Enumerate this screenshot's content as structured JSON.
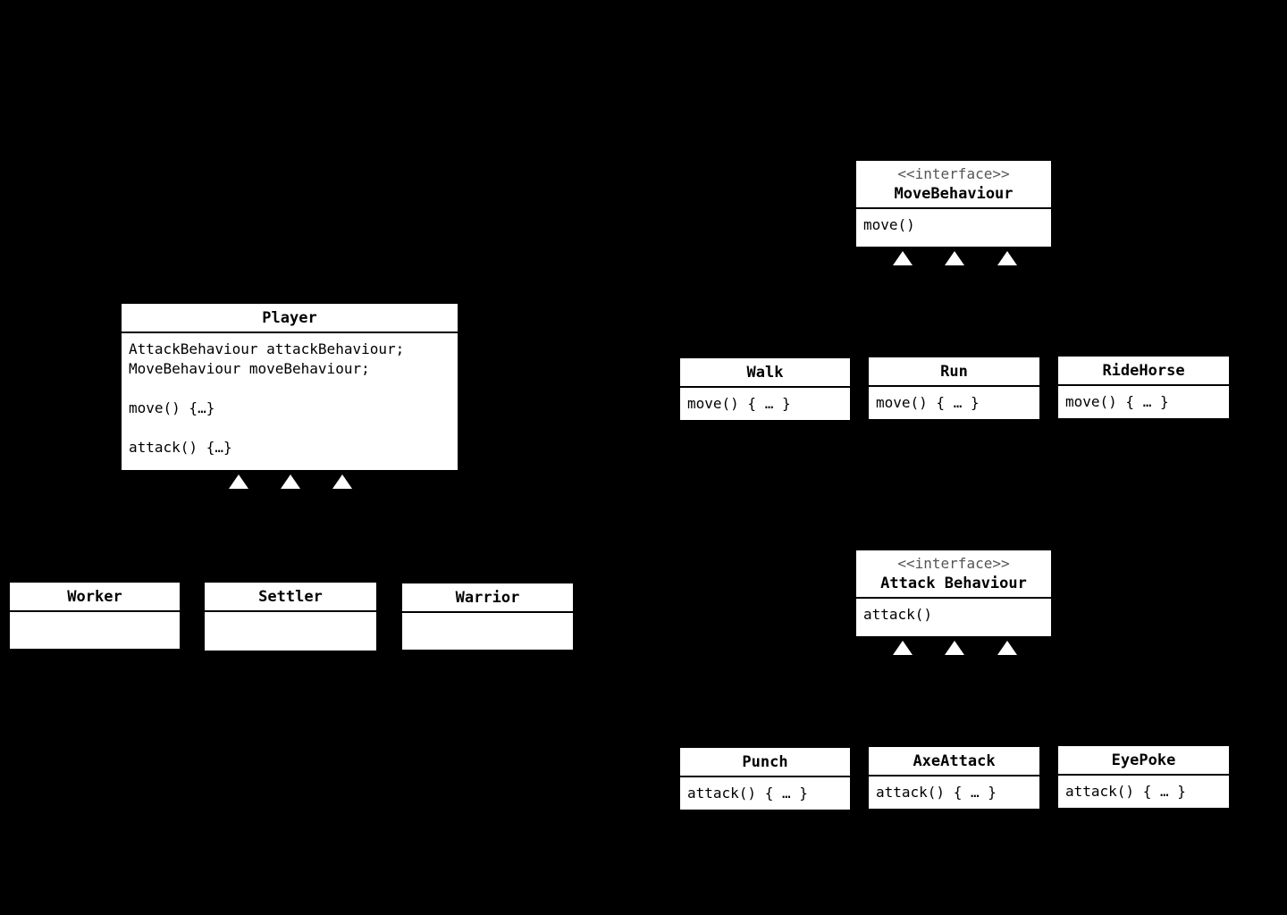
{
  "diagram": {
    "title": "Strategy Pattern UML Class Diagram",
    "background_color": "#000000",
    "box_fill": "#ffffff",
    "box_stroke": "#000000",
    "arrow_fill": "#ffffff",
    "relationship_type": "generalization"
  },
  "classes": {
    "player": {
      "name": "Player",
      "body": "AttackBehaviour attackBehaviour;\nMoveBehaviour moveBehaviour;\n\nmove() {…}\n\nattack() {…}"
    },
    "worker": {
      "name": "Worker",
      "body": ""
    },
    "settler": {
      "name": "Settler",
      "body": ""
    },
    "warrior": {
      "name": "Warrior",
      "body": ""
    },
    "move_behaviour": {
      "stereotype": "<<interface>>",
      "name": "MoveBehaviour",
      "body": "move()"
    },
    "walk": {
      "name": "Walk",
      "body": "move() { … }"
    },
    "run": {
      "name": "Run",
      "body": "move() { … }"
    },
    "ride_horse": {
      "name": "RideHorse",
      "body": "move() { … }"
    },
    "attack_behaviour": {
      "stereotype": "<<interface>>",
      "name": "Attack Behaviour",
      "body": "attack()"
    },
    "punch": {
      "name": "Punch",
      "body": "attack() { … }"
    },
    "axe_attack": {
      "name": "AxeAttack",
      "body": "attack() { … }"
    },
    "eye_poke": {
      "name": "EyePoke",
      "body": "attack() { … }"
    }
  }
}
